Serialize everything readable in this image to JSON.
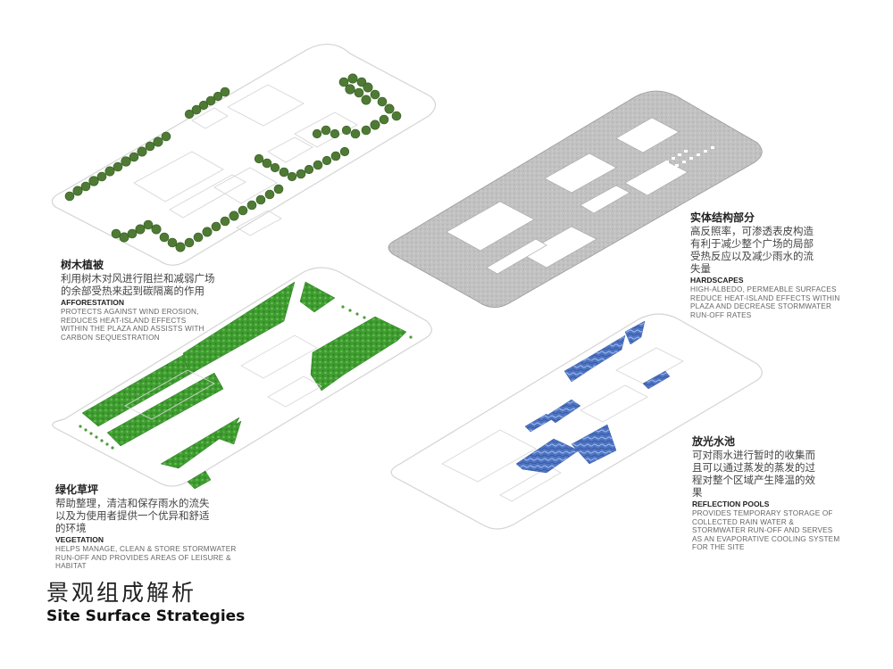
{
  "captions": {
    "afforestation": {
      "zh_title": "树木植被",
      "zh_body": [
        "利用树木对风进行阻拦和减弱广场",
        "的余部受热来起到碳隔离的作用"
      ],
      "en_title": "AFFORESTATION",
      "en_body": [
        "PROTECTS AGAINST WIND EROSION,",
        "REDUCES HEAT-ISLAND EFFECTS",
        "WITHIN THE PLAZA AND ASSISTS WITH",
        "CARBON SEQUESTRATION"
      ]
    },
    "hardscapes": {
      "zh_title": "实体结构部分",
      "zh_body": [
        "高反照率，可渗透表皮构造",
        "有利于减少整个广场的局部",
        "受热反应以及减少雨水的流",
        "失量"
      ],
      "en_title": "HARDSCAPES",
      "en_body": [
        "HIGH-ALBEDO, PERMEABLE SURFACES",
        "REDUCE HEAT-ISLAND EFFECTS WITHIN",
        "PLAZA AND DECREASE STORMWATER",
        "RUN-OFF RATES"
      ]
    },
    "vegetation": {
      "zh_title": "绿化草坪",
      "zh_body": [
        "帮助整理，清洁和保存雨水的流失",
        "以及为使用者提供一个优异和舒适",
        "的环境"
      ],
      "en_title": "VEGETATION",
      "en_body": [
        "HELPS MANAGE, CLEAN & STORE STORMWATER",
        "RUN-OFF AND PROVIDES AREAS OF LEISURE &",
        "HABITAT"
      ]
    },
    "reflection_pools": {
      "zh_title": "放光水池",
      "zh_body": [
        "可对雨水进行暂时的收集而",
        "且可以通过蒸发的蒸发的过",
        "程对整个区域产生降温的效",
        "果"
      ],
      "en_title": "REFLECTION POOLS",
      "en_body": [
        "PROVIDES TEMPORARY STORAGE OF",
        "COLLECTED RAIN WATER &",
        "STORMWATER RUN-OFF AND SERVES",
        "AS AN EVAPORATIVE COOLING SYSTEM",
        "FOR THE SITE"
      ]
    }
  },
  "title": {
    "zh": "景观组成解析",
    "en": "Site Surface Strategies"
  },
  "colors": {
    "tree": "#4f7a34",
    "tree_dark": "#2f5a1e",
    "grass": "#3c9a2e",
    "grass_light": "#5fc049",
    "hardscape": "#bdbdbd",
    "hardscape_edge": "#9a9a9a",
    "water": "#5b7fc8",
    "water_light": "#a8c4ee",
    "outline": "#cfcfcf"
  }
}
